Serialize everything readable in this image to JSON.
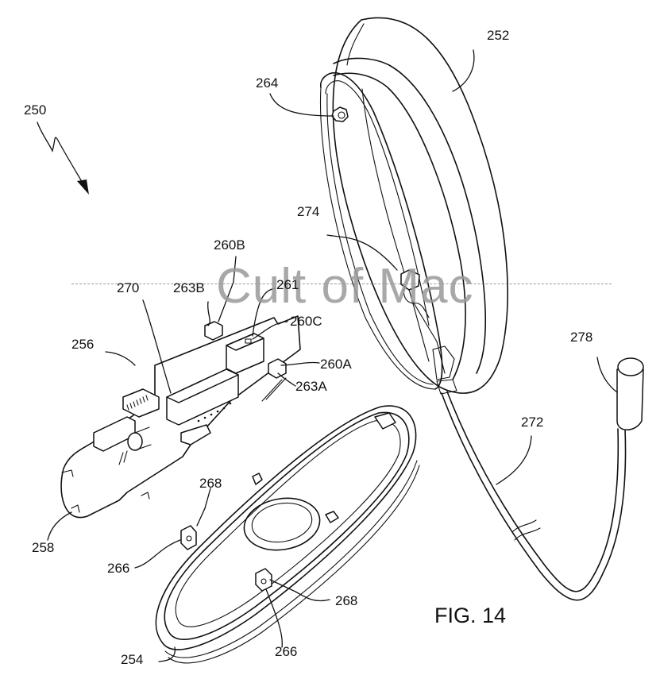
{
  "figure": {
    "title": "FIG. 14",
    "subject": "Exploded view of mouse assembly",
    "watermark": "Cult of Mac"
  },
  "reference_labels": {
    "assembly": "250",
    "top_shell": "252",
    "bottom_base": "254",
    "circuit_board_assembly": "256",
    "circuit_board": "258",
    "switch_a": "260A",
    "switch_b": "260B",
    "switch_c": "260C",
    "sensor_261": "261",
    "actuator_a": "263A",
    "actuator_b": "263B",
    "fastener": "264",
    "clip_left": "266",
    "clip_right": "266",
    "slot_upper": "268",
    "slot_lower": "268",
    "processor_270": "270",
    "cable": "272",
    "cable_connector": "274",
    "plug": "278"
  }
}
